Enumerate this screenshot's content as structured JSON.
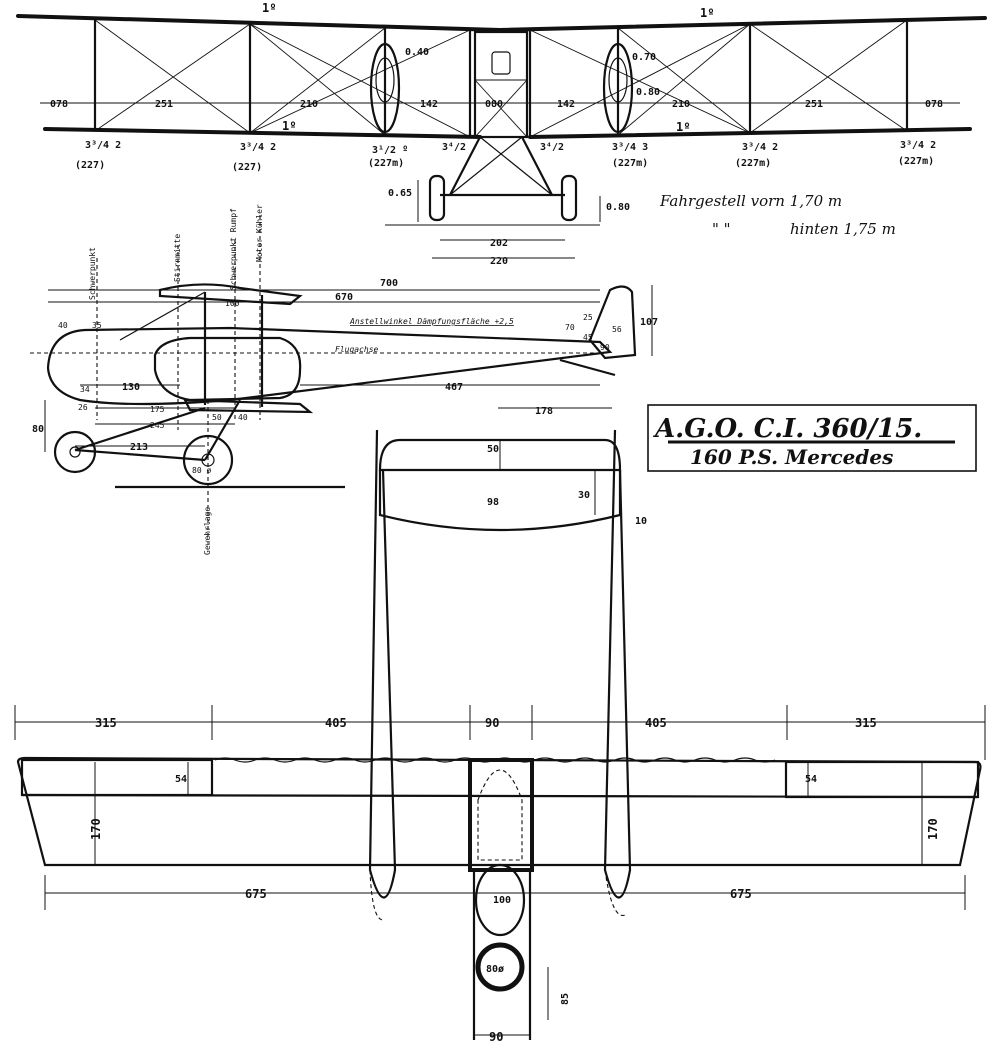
{
  "title_box": {
    "designation": "A.G.O. C.I. 360/15.",
    "engine": "160 P.S. Mercedes"
  },
  "front_view": {
    "dihedral_left": "1º",
    "dihedral_right": "1º",
    "dihedral_lower_left": "1º",
    "dihedral_lower_right": "1º",
    "spans": [
      "078",
      "251",
      "210",
      "142",
      "080",
      "142",
      "210",
      "251",
      "078"
    ],
    "strut_dim_upper": "0.40",
    "strut_dim_right_a": "0.70",
    "strut_dim_right_b": "0.80",
    "gear_height": "0.65",
    "gear_clearance": "0.80",
    "track_inner": "202",
    "track_outer": "220",
    "strut_sizes": [
      "3³/4 2",
      "3³/4 2",
      "3¹/2 º",
      "3⁴/2",
      "3⁴/2",
      "3³/4 3",
      "3³/4 2",
      "3³/4 2"
    ],
    "strut_codes": [
      "(227)",
      "(227)",
      "(227m)",
      "(227m)",
      "(227m)",
      "(227m)"
    ],
    "note_front": "Fahrgestell vorn 1,70 m",
    "note_rear_marks": "\"    \"",
    "note_rear": "hinten 1,75 m"
  },
  "side_view": {
    "length_total": "700",
    "length_fuselage": "670",
    "tail_length": "467",
    "tail_height": "107",
    "tail_dims": [
      "70",
      "56",
      "90",
      "25",
      "45"
    ],
    "nose_dims": [
      "40",
      "35",
      "130",
      "175",
      "245",
      "213",
      "26",
      "80",
      "34"
    ],
    "cockpit_dims": [
      "100",
      "40",
      "50"
    ],
    "wheel_label": "80 ø",
    "incidence_label": "Anstellwinkel Dämpfungsfläche +2,5",
    "axis_label": "Flugachse",
    "vertical_labels": [
      "Schwerpunkt",
      "Stirnmitte",
      "Schwerpunkt Rumpf",
      "Motor Kühler",
      "Gewehrlage"
    ]
  },
  "tail_plan": {
    "span": "178",
    "chord_front": "50",
    "depth": "98",
    "elevator": "30",
    "tip": "10"
  },
  "plan_view": {
    "spans_top": [
      "315",
      "405",
      "90",
      "405",
      "315"
    ],
    "spans_bottom": [
      "675",
      "675"
    ],
    "chord": "170",
    "aileron": "54",
    "fuselage_width": "90",
    "nacelle": "100",
    "wheel_mark": "80ø",
    "wheel_offset": "85"
  }
}
